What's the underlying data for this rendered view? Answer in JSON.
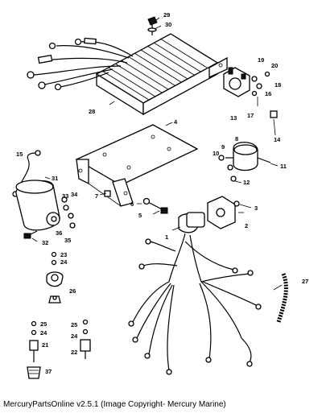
{
  "callouts": [
    "1",
    "2",
    "3",
    "4",
    "5",
    "6",
    "7",
    "8",
    "9",
    "10",
    "11",
    "12",
    "13",
    "14",
    "15",
    "16",
    "17",
    "18",
    "19",
    "20",
    "21",
    "22",
    "23",
    "24",
    "25",
    "26",
    "27",
    "28",
    "29",
    "30",
    "31",
    "32",
    "33",
    "34",
    "35",
    "36",
    "37"
  ],
  "footer": {
    "text": "MercuryPartsOnline v2.5.1 (Image Copyright- Mercury Marine)"
  }
}
